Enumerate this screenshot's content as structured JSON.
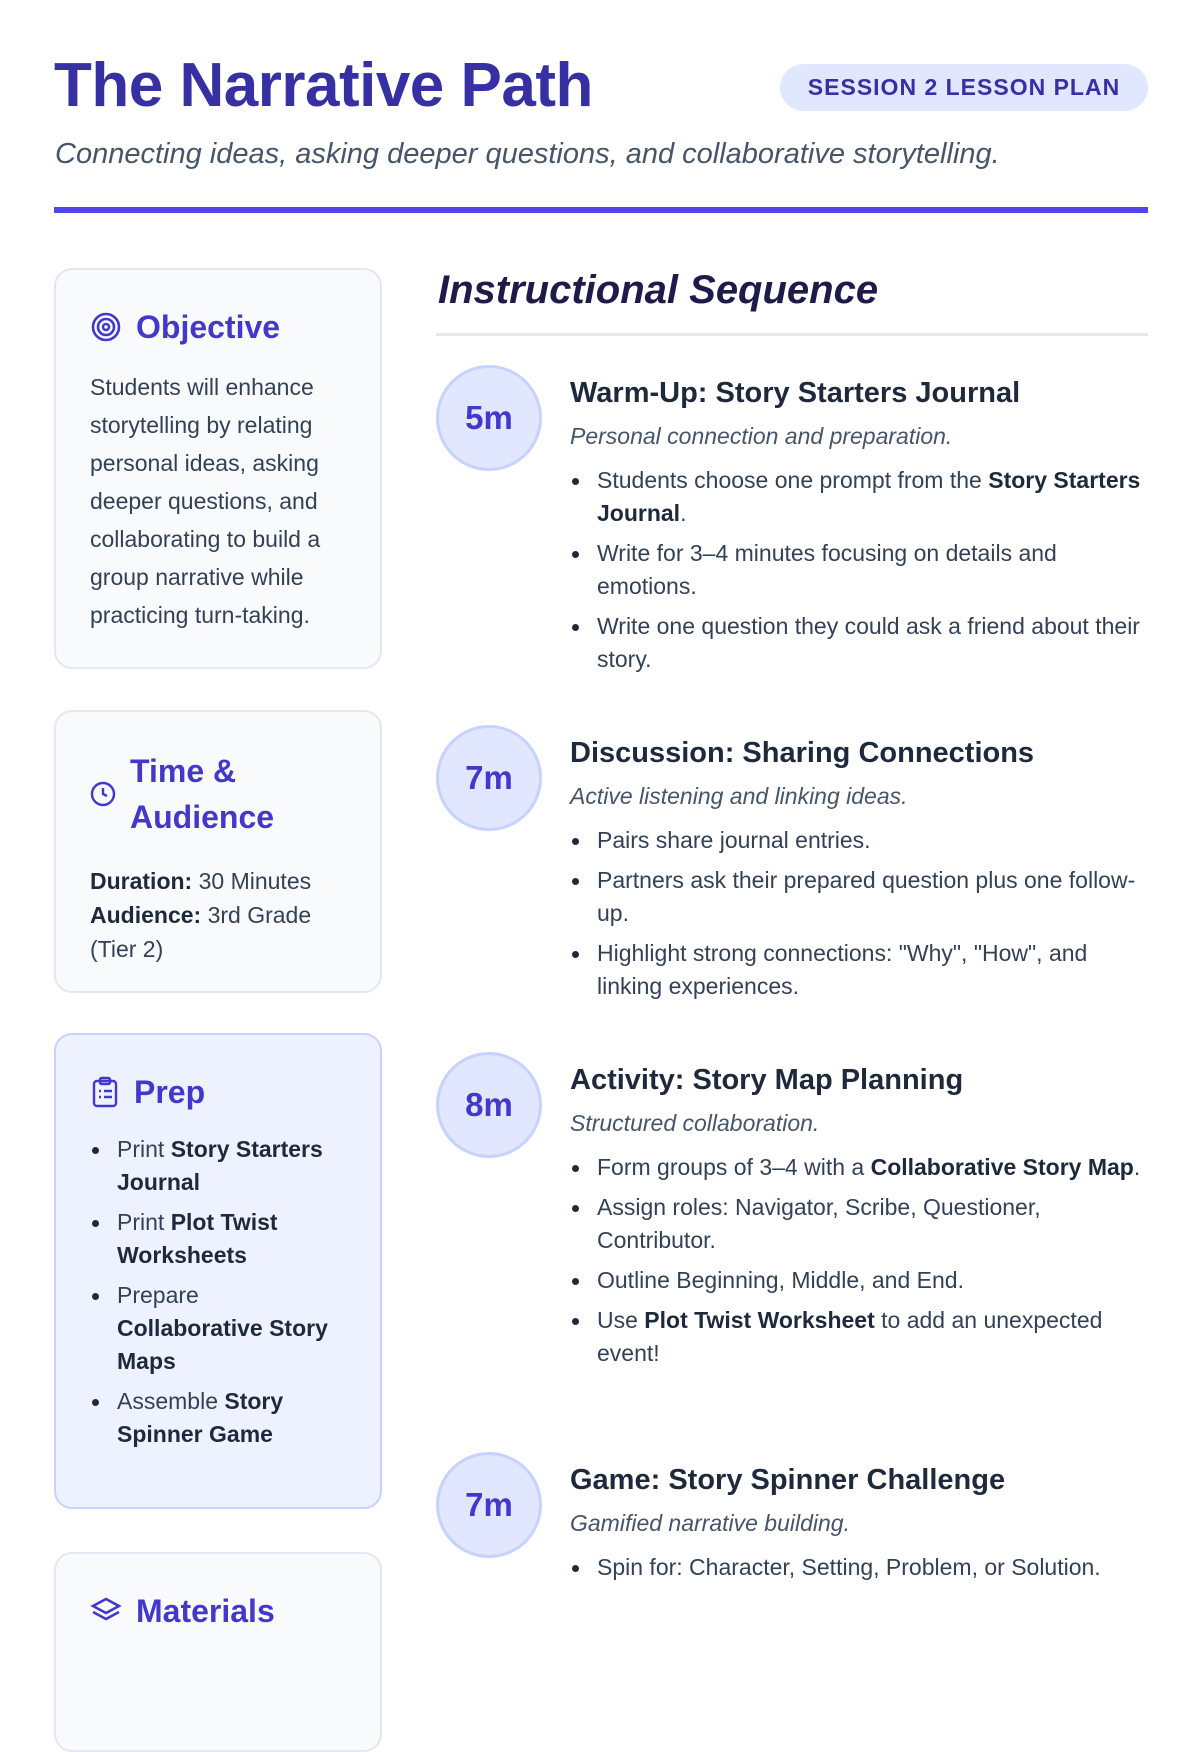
{
  "header": {
    "title": "The Narrative Path",
    "badge": "SESSION 2 LESSON PLAN",
    "subtitle": "Connecting ideas, asking deeper questions, and collaborative storytelling."
  },
  "objective": {
    "title": "Objective",
    "icon": "target-icon",
    "text": "Students will enhance storytelling by relating personal ideas, asking deeper questions, and collaborating to build a group narrative while practicing turn-taking."
  },
  "time": {
    "title": "Time & Audience",
    "icon": "clock-icon",
    "duration_label": "Duration:",
    "duration": "30 Minutes",
    "audience_label": "Audience:",
    "audience": "3rd Grade (Tier 2)"
  },
  "prep": {
    "title": "Prep",
    "icon": "clipboard-icon",
    "items": [
      [
        {
          "t": "Print "
        },
        {
          "t": "Story Starters Journal",
          "b": true
        }
      ],
      [
        {
          "t": "Print "
        },
        {
          "t": "Plot Twist Worksheets",
          "b": true
        }
      ],
      [
        {
          "t": "Prepare "
        },
        {
          "t": "Collaborative Story Maps",
          "b": true
        }
      ],
      [
        {
          "t": "Assemble "
        },
        {
          "t": "Story Spinner Game",
          "b": true
        }
      ]
    ]
  },
  "materials": {
    "title": "Materials",
    "icon": "layers-icon"
  },
  "sequence": {
    "title": "Instructional Sequence",
    "steps": [
      {
        "time": "5m",
        "title": "Warm-Up: Story Starters Journal",
        "sub": "Personal connection and preparation.",
        "items": [
          [
            {
              "t": "Students choose one prompt from the "
            },
            {
              "t": "Story Starters Journal",
              "b": true
            },
            {
              "t": "."
            }
          ],
          [
            {
              "t": "Write for 3–4 minutes focusing on details and emotions."
            }
          ],
          [
            {
              "t": "Write one question they could ask a friend about their story."
            }
          ]
        ]
      },
      {
        "time": "7m",
        "title": "Discussion: Sharing Connections",
        "sub": "Active listening and linking ideas.",
        "items": [
          [
            {
              "t": "Pairs share journal entries."
            }
          ],
          [
            {
              "t": "Partners ask their prepared question plus one follow-up."
            }
          ],
          [
            {
              "t": "Highlight strong connections: \"Why\", \"How\", and linking experiences."
            }
          ]
        ]
      },
      {
        "time": "8m",
        "title": "Activity: Story Map Planning",
        "sub": "Structured collaboration.",
        "items": [
          [
            {
              "t": "Form groups of 3–4 with a "
            },
            {
              "t": "Collaborative Story Map",
              "b": true
            },
            {
              "t": "."
            }
          ],
          [
            {
              "t": "Assign roles: Navigator, Scribe, Questioner, Contributor."
            }
          ],
          [
            {
              "t": "Outline Beginning, Middle, and End."
            }
          ],
          [
            {
              "t": "Use "
            },
            {
              "t": "Plot Twist Worksheet",
              "b": true
            },
            {
              "t": " to add an unexpected event!"
            }
          ]
        ]
      },
      {
        "time": "7m",
        "title": "Game: Story Spinner Challenge",
        "sub": "Gamified narrative building.",
        "items": [
          [
            {
              "t": "Spin for: Character, Setting, Problem, or Solution."
            }
          ]
        ]
      }
    ]
  }
}
